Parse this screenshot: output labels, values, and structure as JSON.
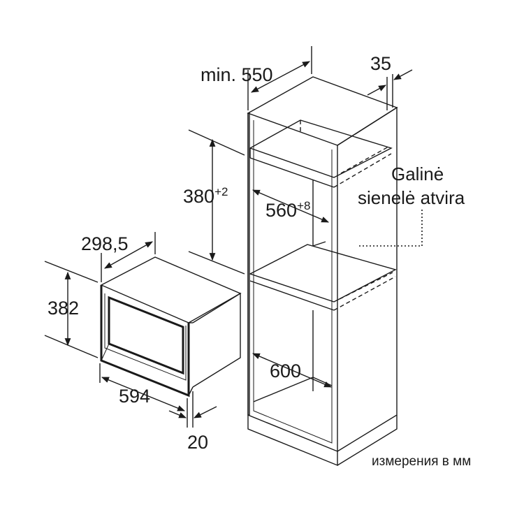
{
  "dimensions": {
    "cabinet_depth": "min. 550",
    "cabinet_side_gap": "35",
    "niche_height": "380",
    "niche_height_tolerance": "+2",
    "niche_width": "560",
    "niche_width_tolerance": "+8",
    "niche_depth": "600",
    "appliance_depth": "298,5",
    "appliance_height": "382",
    "appliance_width": "594",
    "front_thickness": "20"
  },
  "notes": {
    "back_wall_line1": "Galinė",
    "back_wall_line2": "sienelė atvira",
    "units": "измерения в мм"
  }
}
